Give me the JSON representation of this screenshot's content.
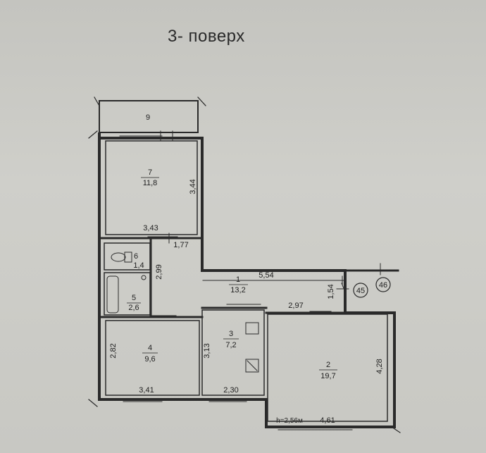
{
  "title": "3- поверх",
  "rooms": [
    {
      "number": "1",
      "area": "13,2"
    },
    {
      "number": "2",
      "area": "19,7"
    },
    {
      "number": "3",
      "area": "7,2"
    },
    {
      "number": "4",
      "area": "9,6"
    },
    {
      "number": "5",
      "area": "2,6"
    },
    {
      "number": "6",
      "area": "1,4"
    },
    {
      "number": "7",
      "area": "11,8"
    },
    {
      "number": "9",
      "area": ""
    }
  ],
  "dimensions": {
    "d_344": "3,44",
    "d_343": "3,43",
    "d_177": "1,77",
    "d_299": "2,99",
    "d_554": "5,54",
    "d_154": "1,54",
    "d_297": "2,97",
    "d_313": "3,13",
    "d_282": "2,82",
    "d_341": "3,41",
    "d_230": "2,30",
    "d_461": "4,61",
    "d_428": "4,28"
  },
  "height_note": "h=2,56м",
  "neighbor_units": [
    "45",
    "46"
  ]
}
